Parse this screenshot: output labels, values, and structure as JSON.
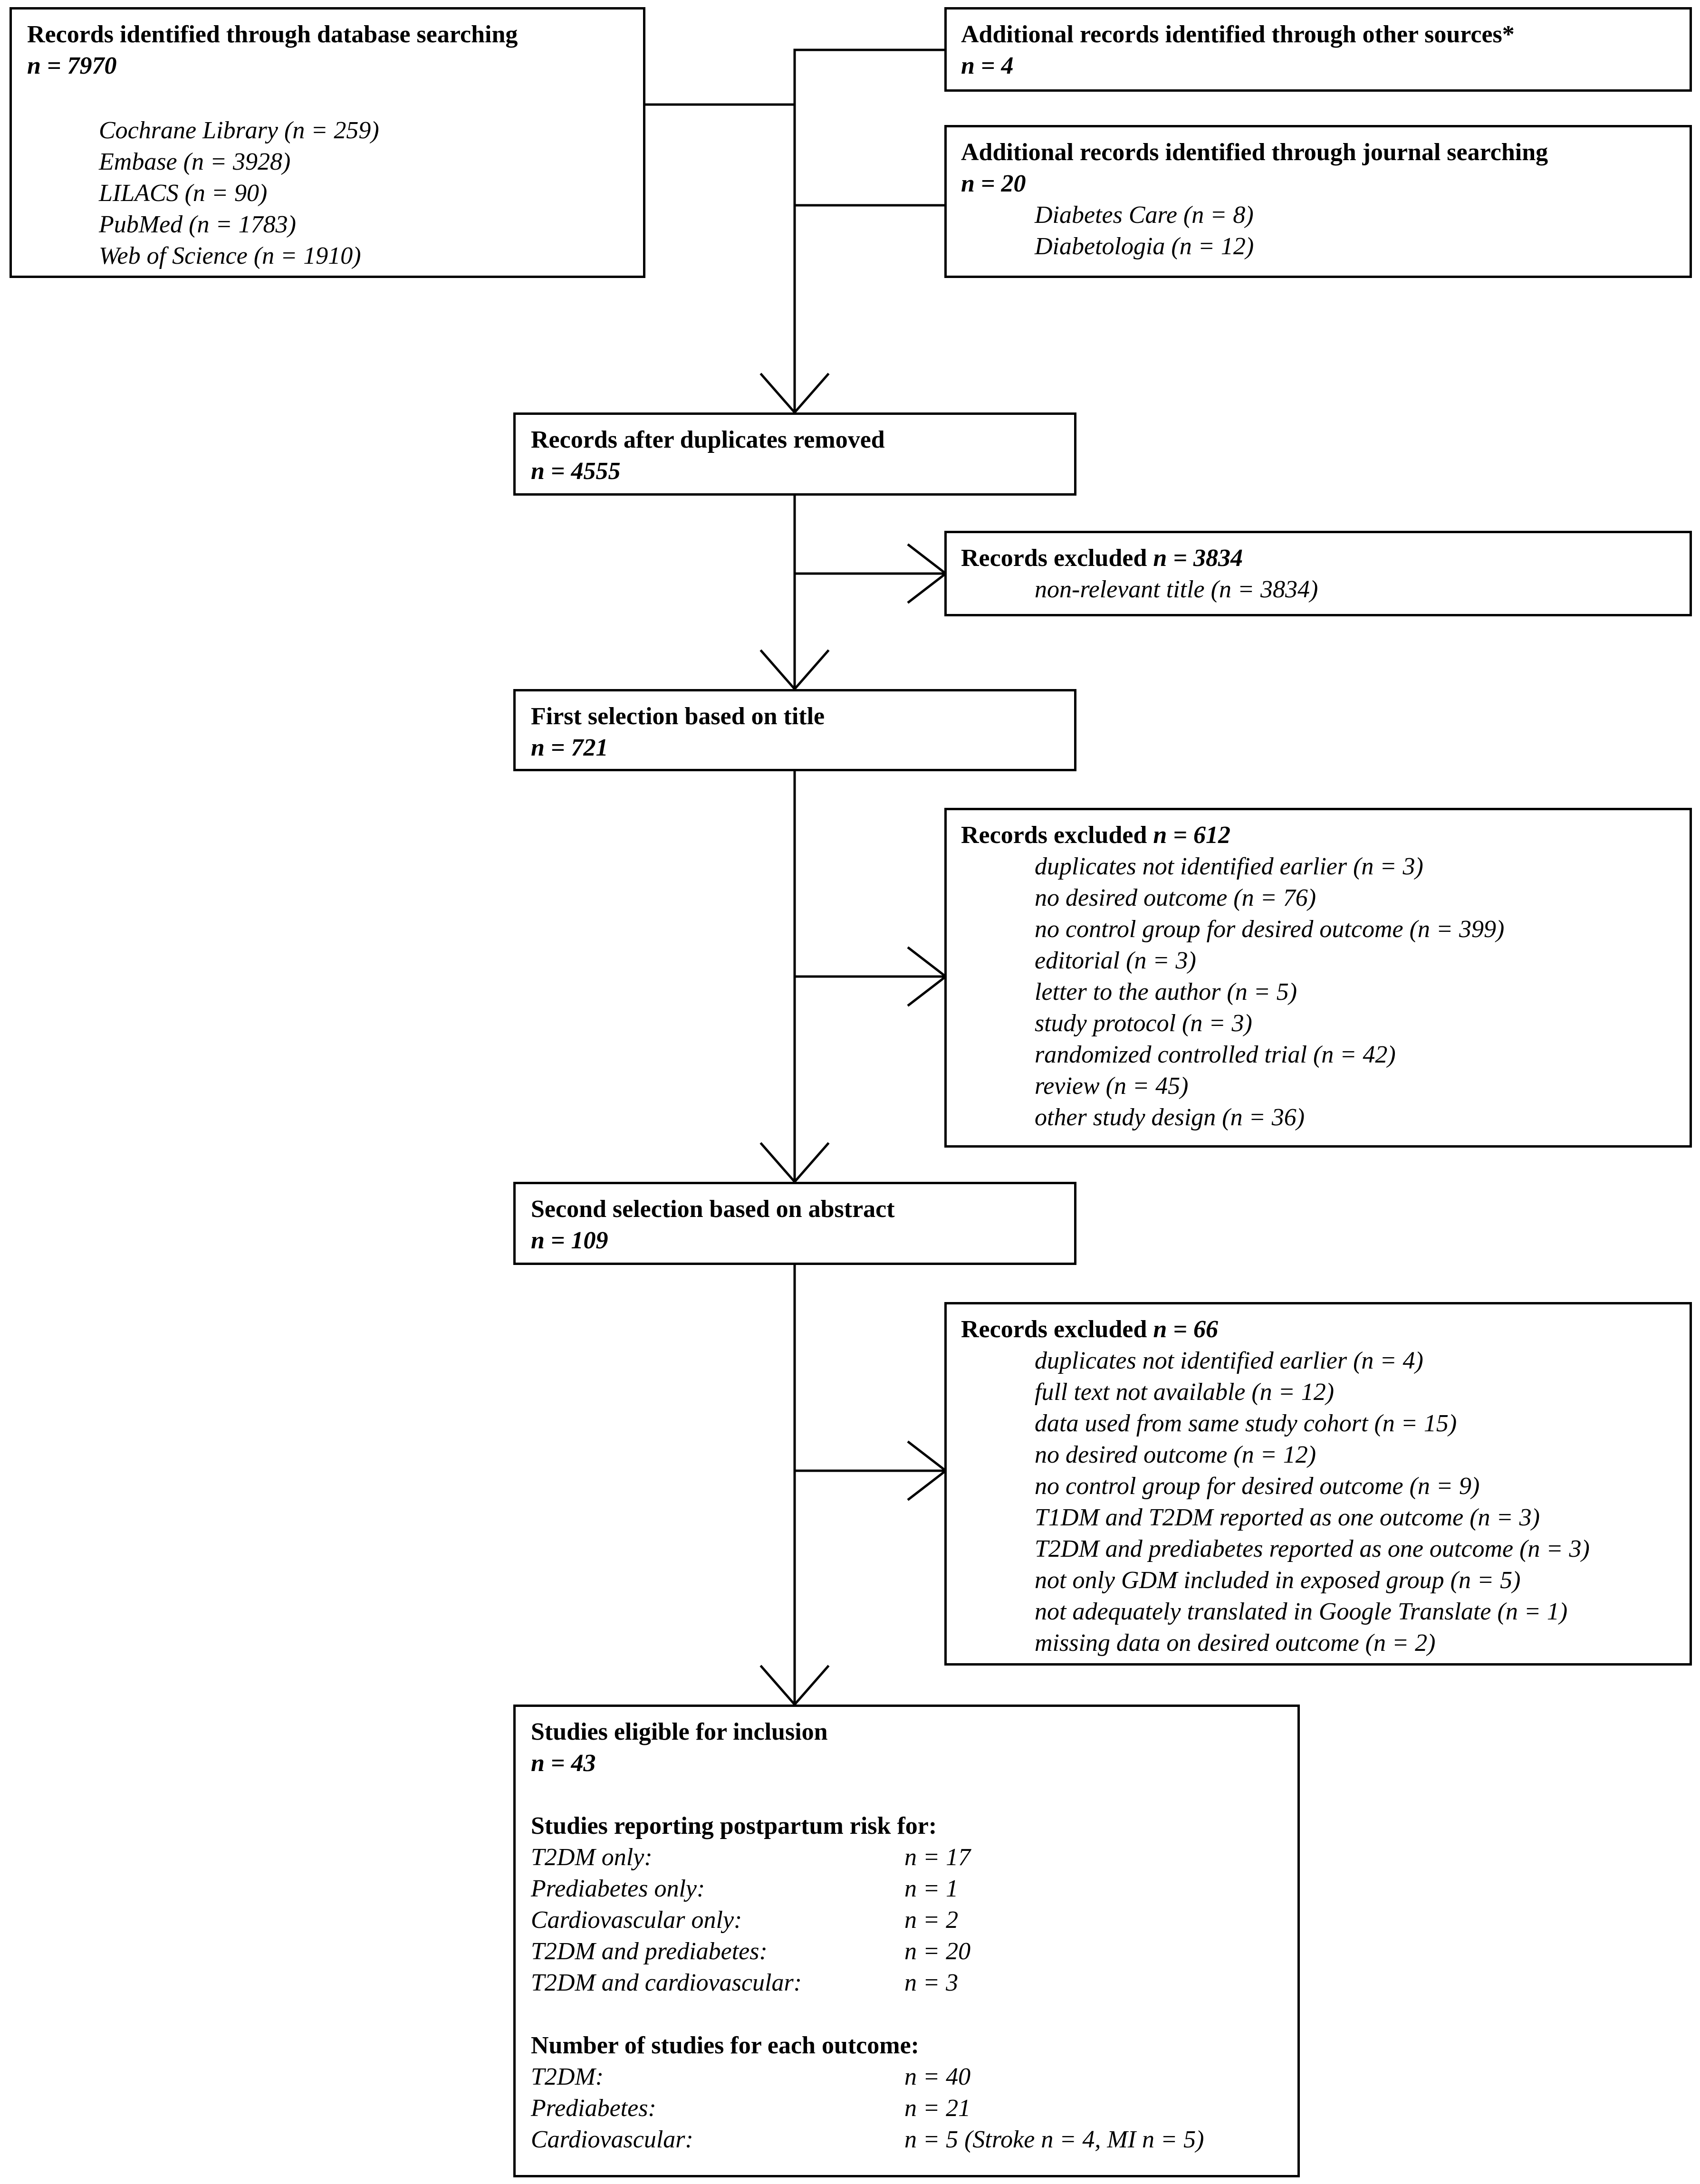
{
  "db_search": {
    "title": "Records identified through database searching",
    "n": "n = 7970",
    "sources": [
      "Cochrane Library (n = 259)",
      "Embase (n = 3928)",
      "LILACS (n = 90)",
      "PubMed (n = 1783)",
      "Web of Science (n = 1910)"
    ]
  },
  "other_sources": {
    "title": "Additional records identified through other sources*",
    "n": "n = 4"
  },
  "journal_search": {
    "title": "Additional records identified through journal searching",
    "n": "n = 20",
    "items": [
      "Diabetes Care (n = 8)",
      "Diabetologia (n = 12)"
    ]
  },
  "after_duplicates": {
    "title": "Records after duplicates removed",
    "n": "n = 4555"
  },
  "excluded_1": {
    "title": "Records excluded ",
    "n": "n = 3834",
    "items": [
      "non-relevant title (n = 3834)"
    ]
  },
  "first_selection": {
    "title": "First selection based on title",
    "n": "n = 721"
  },
  "excluded_2": {
    "title": "Records excluded ",
    "n": "n = 612",
    "items": [
      "duplicates not identified earlier (n = 3)",
      "no desired outcome (n = 76)",
      "no control group for desired outcome (n = 399)",
      "editorial (n = 3)",
      "letter to the author (n = 5)",
      "study protocol (n = 3)",
      "randomized controlled trial (n = 42)",
      "review (n = 45)",
      "other study design (n = 36)"
    ]
  },
  "second_selection": {
    "title": "Second selection based on abstract",
    "n": "n = 109"
  },
  "excluded_3": {
    "title": "Records excluded ",
    "n": "n = 66",
    "items": [
      "duplicates not identified earlier (n = 4)",
      "full text not available (n = 12)",
      "data used from same study cohort (n = 15)",
      "no desired outcome (n = 12)",
      "no control group for desired outcome (n = 9)",
      "T1DM and T2DM reported as one outcome (n = 3)",
      "T2DM and prediabetes reported as one outcome (n = 3)",
      "not only GDM included in exposed group (n = 5)",
      "not adequately translated in Google Translate (n = 1)",
      "missing data on desired outcome (n = 2)"
    ]
  },
  "eligible": {
    "title": "Studies eligible for inclusion",
    "n": "n = 43",
    "reporting_heading": "Studies reporting postpartum risk for:",
    "reporting": [
      {
        "label": "T2DM only:",
        "value": "n = 17"
      },
      {
        "label": "Prediabetes only:",
        "value": "n = 1"
      },
      {
        "label": "Cardiovascular only:",
        "value": "n = 2"
      },
      {
        "label": "T2DM and prediabetes:",
        "value": "n = 20"
      },
      {
        "label": "T2DM and cardiovascular:",
        "value": "n = 3"
      }
    ],
    "outcome_heading": "Number of studies for each outcome:",
    "outcomes": [
      {
        "label": "T2DM:",
        "value": "n = 40"
      },
      {
        "label": "Prediabetes:",
        "value": "n = 21"
      },
      {
        "label": "Cardiovascular:",
        "value": "n = 5 (Stroke n = 4, MI n = 5)"
      }
    ]
  }
}
